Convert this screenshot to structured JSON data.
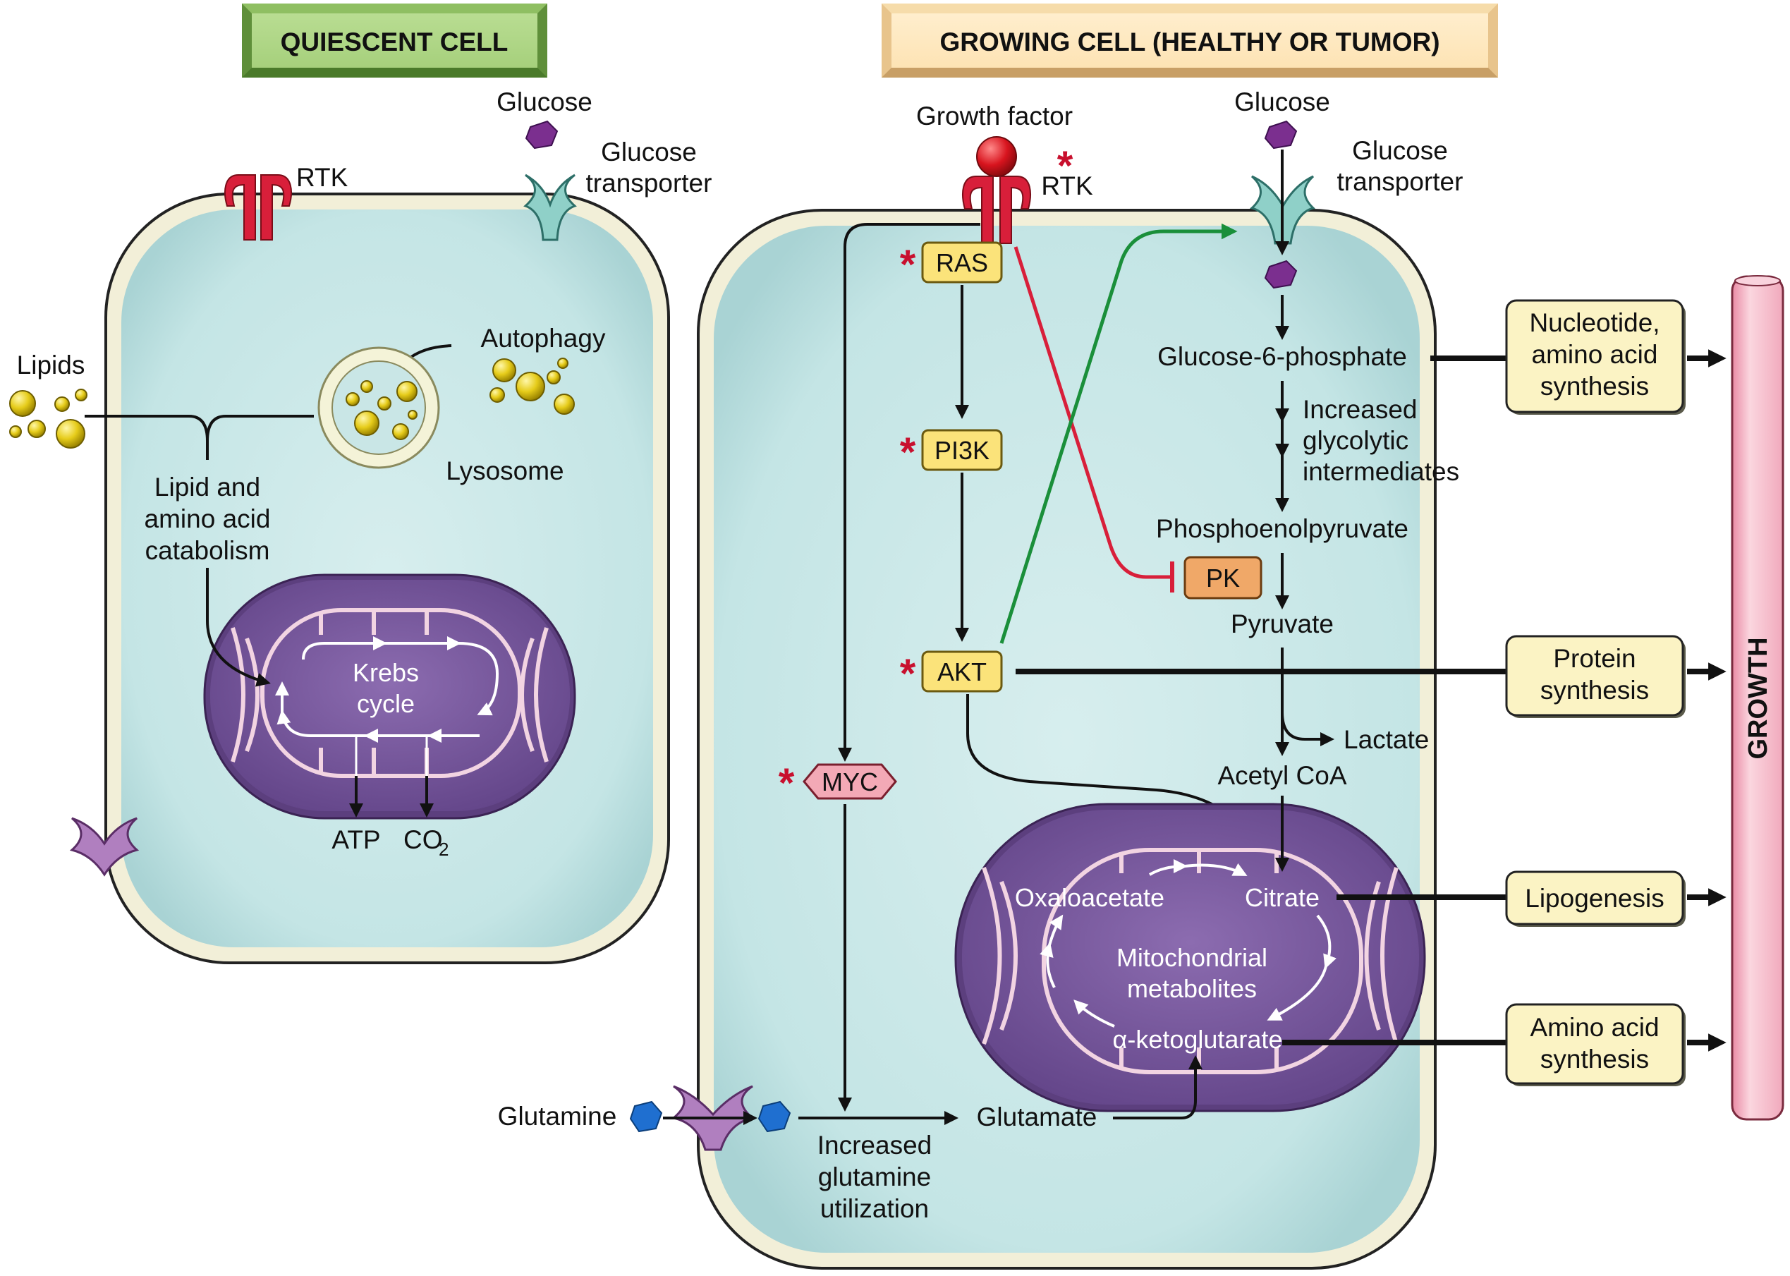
{
  "headers": {
    "quiescent": "QUIESCENT CELL",
    "growing": "GROWING CELL (HEALTHY OR TUMOR)"
  },
  "quiescent": {
    "glucose": "Glucose",
    "glucose_transporter": [
      "Glucose",
      "transporter"
    ],
    "rtk": "RTK",
    "lipids": "Lipids",
    "autophagy": "Autophagy",
    "lysosome": "Lysosome",
    "catabolism": [
      "Lipid and",
      "amino acid",
      "catabolism"
    ],
    "krebs": [
      "Krebs",
      "cycle"
    ],
    "atp": "ATP",
    "co2": "CO",
    "co2_sub": "2"
  },
  "growing": {
    "growth_factor": "Growth factor",
    "rtk": "RTK",
    "rtk_star": "*",
    "glucose": "Glucose",
    "glucose_transporter": [
      "Glucose",
      "transporter"
    ],
    "signaling": {
      "ras": "RAS",
      "pi3k": "PI3K",
      "akt": "AKT",
      "myc": "MYC",
      "pk": "PK",
      "star": "*"
    },
    "glycolysis": {
      "g6p": "Glucose-6-phosphate",
      "intermediates": [
        "Increased",
        "glycolytic",
        "intermediates"
      ],
      "pep": "Phosphoenolpyruvate",
      "pyruvate": "Pyruvate",
      "lactate": "Lactate",
      "acetyl_coa": "Acetyl CoA"
    },
    "mito": {
      "oxaloacetate": "Oxaloacetate",
      "citrate": "Citrate",
      "metabolites": [
        "Mitochondrial",
        "metabolites"
      ],
      "akg": "α-ketoglutarate"
    },
    "glutamine": "Glutamine",
    "glutamate": "Glutamate",
    "glutamine_use": [
      "Increased",
      "glutamine",
      "utilization"
    ],
    "outputs": {
      "nucleotide": [
        "Nucleotide,",
        "amino acid",
        "synthesis"
      ],
      "protein": [
        "Protein",
        "synthesis"
      ],
      "lipogenesis": [
        "Lipogenesis"
      ],
      "amino": [
        "Amino acid",
        "synthesis"
      ]
    },
    "growth": "GROWTH"
  },
  "colors": {
    "cell_fill": "#c5e6e6",
    "cell_border": "#222222",
    "mito_fill": "#7a5a9c",
    "rtk": "#d81f3a",
    "transporter": "#8fd0c8",
    "signal_node": "#fbe37a",
    "pk_node": "#f0a868",
    "myc_node": "#f3a9b6",
    "inhibit": "#d81f3a",
    "activate": "#1a8f3a",
    "growth_bar": "#f8c2d0",
    "output_box": "#fbf3c4"
  }
}
